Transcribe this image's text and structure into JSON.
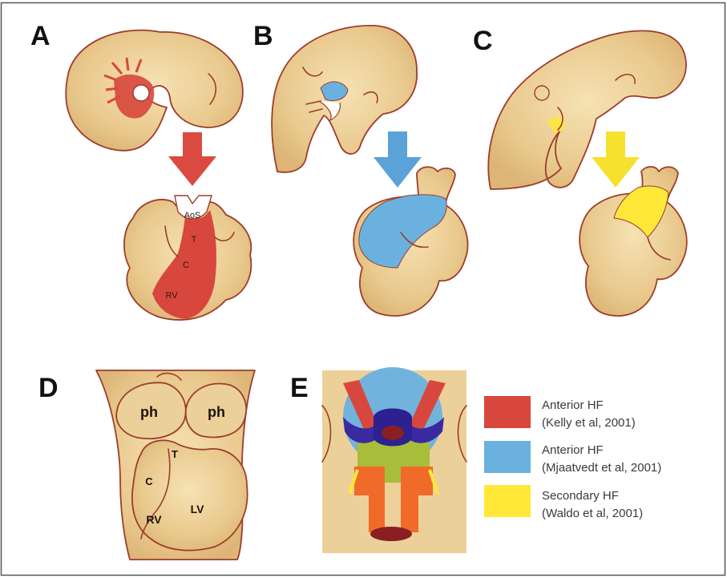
{
  "panels": {
    "a": {
      "letter": "A",
      "labels": {
        "aos": "AoS",
        "t": "T",
        "c": "C",
        "rv": "RV"
      }
    },
    "b": {
      "letter": "B"
    },
    "c": {
      "letter": "C"
    },
    "d": {
      "letter": "D",
      "labels": {
        "ph_left": "ph",
        "ph_right": "ph",
        "t": "T",
        "c": "C",
        "rv": "RV",
        "lv": "LV"
      }
    },
    "e": {
      "letter": "E"
    }
  },
  "legend": [
    {
      "color": "#d8473d",
      "title": "Anterior HF",
      "citation": "(Kelly et al, 2001)"
    },
    {
      "color": "#6ab1e0",
      "title": "Anterior HF",
      "citation": "(Mjaatvedt et al, 2001)"
    },
    {
      "color": "#ffe838",
      "title": "Secondary HF",
      "citation": "(Waldo et al, 2001)"
    }
  ],
  "colors": {
    "tissue": "#e9c98d",
    "outline": "#9c3d2a",
    "arrow_a": "#db4a40",
    "arrow_b": "#5aa2d8",
    "arrow_c": "#f7e12f",
    "e_purple": "#3a2aa0",
    "e_green": "#a8be3a",
    "e_orange": "#f06a2a",
    "e_dark_red": "#8a1f22"
  }
}
